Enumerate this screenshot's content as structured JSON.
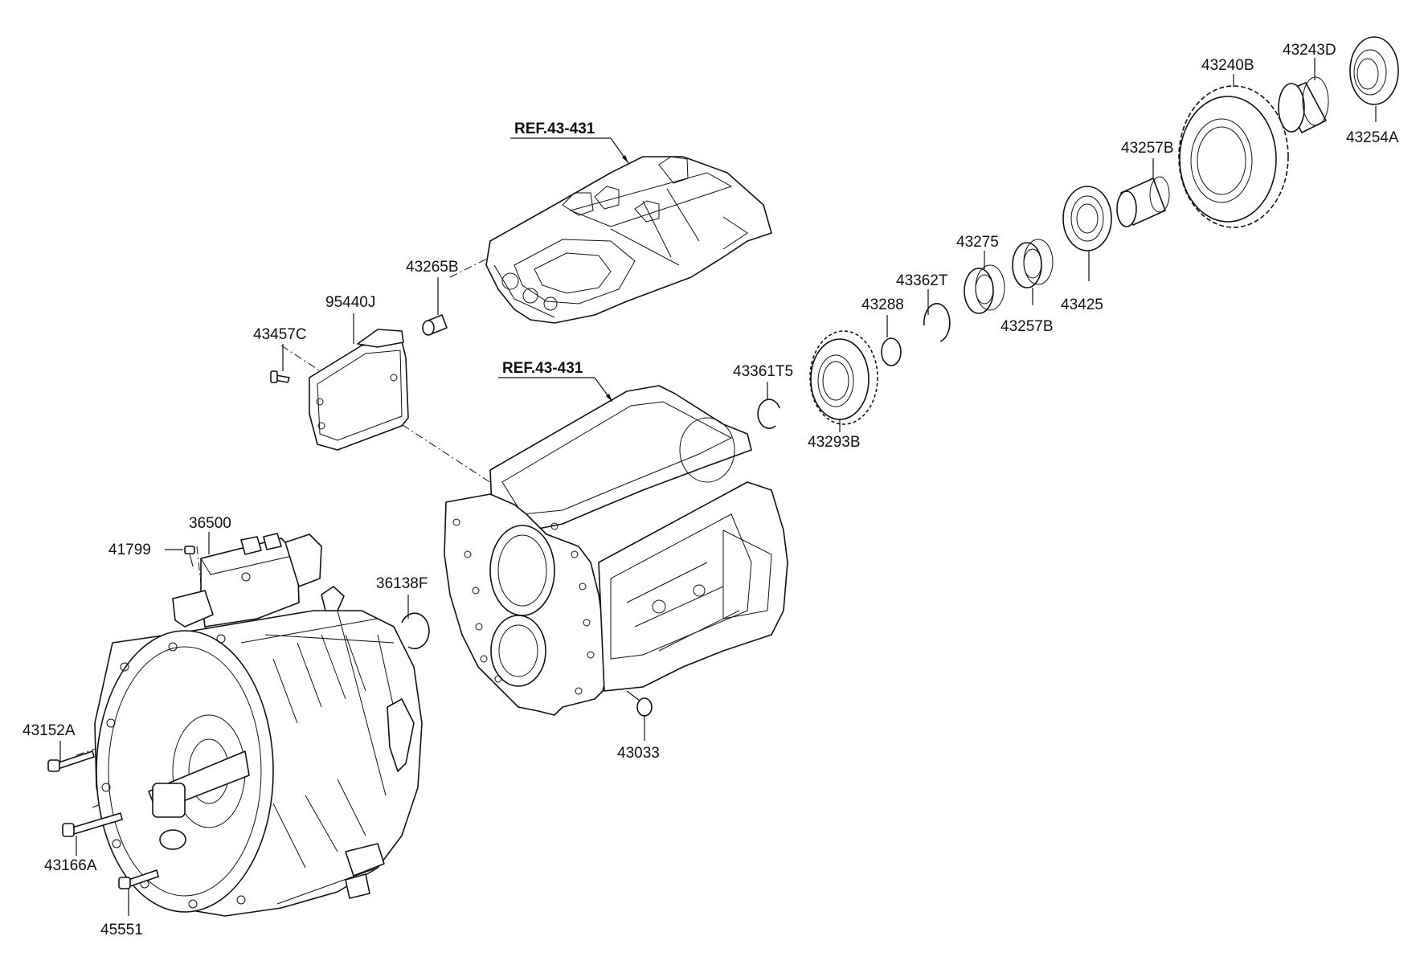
{
  "refs": {
    "upper_case": "REF.43-431",
    "lower_case": "REF.43-431"
  },
  "parts": {
    "p43240B": "43240B",
    "p43243D": "43243D",
    "p43254A": "43254A",
    "p43257B_top": "43257B",
    "p43275": "43275",
    "p43362T": "43362T",
    "p43288": "43288",
    "p43425": "43425",
    "p43257B_bottom": "43257B",
    "p43265B": "43265B",
    "p95440J": "95440J",
    "p43457C": "43457C",
    "p43361T5": "43361T5",
    "p43293B": "43293B",
    "p36500": "36500",
    "p41799": "41799",
    "p36138F": "36138F",
    "p43152A": "43152A",
    "p43166A": "43166A",
    "p45551": "45551",
    "p43033": "43033"
  }
}
